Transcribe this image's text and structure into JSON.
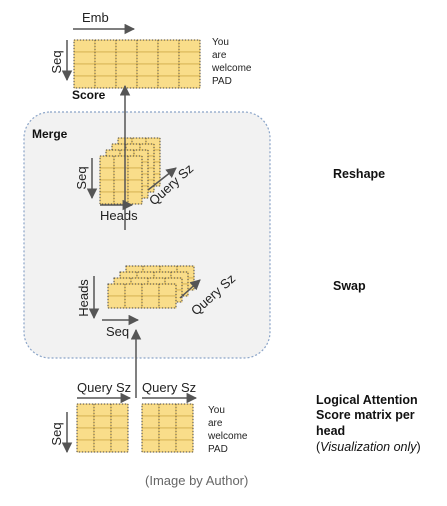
{
  "colors": {
    "cell_fill": "#f9dd8a",
    "cell_border": "#c9a13d",
    "grid_dots": "#444444",
    "arrow": "#555555",
    "merge_bg": "#f2f2f2",
    "merge_border": "#8aa4c8"
  },
  "score": {
    "emb_label": "Emb",
    "seq_label": "Seq",
    "title": "Score",
    "tokens": [
      "You",
      "are",
      "welcome",
      "PAD"
    ]
  },
  "merge": {
    "title": "Merge",
    "reshape": {
      "seq_label": "Seq",
      "heads_label": "Heads",
      "query_label": "Query Sz",
      "step_label": "Reshape"
    },
    "swap": {
      "heads_label": "Heads",
      "seq_label": "Seq",
      "query_label": "Query Sz",
      "step_label": "Swap"
    }
  },
  "logical": {
    "query_label_1": "Query Sz",
    "query_label_2": "Query Sz",
    "seq_label": "Seq",
    "tokens": [
      "You",
      "are",
      "welcome",
      "PAD"
    ],
    "title_line1": "Logical Attention",
    "title_line2": "Score matrix per",
    "title_line3": "head",
    "note_open": "(",
    "note_italic": "Visualization only",
    "note_close": ")"
  },
  "caption": "(Image by Author)"
}
